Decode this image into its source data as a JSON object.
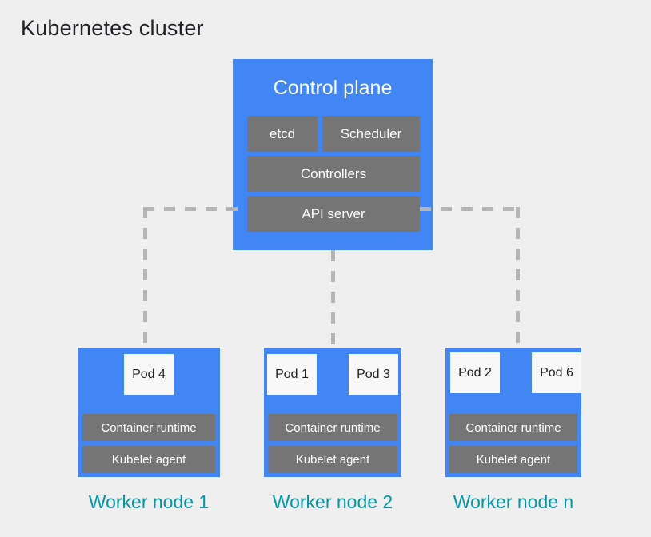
{
  "page": {
    "title": "Kubernetes cluster",
    "background_color": "#efefef"
  },
  "colors": {
    "node_blue": "#4285f4",
    "component_grey": "#757575",
    "caption_teal": "#0097a7",
    "pod_white": "#f8f8f8",
    "connector_grey": "#b5b5b5",
    "title_text": "#202124"
  },
  "control_plane": {
    "title": "Control plane",
    "components": [
      {
        "label": "etcd"
      },
      {
        "label": "Scheduler"
      },
      {
        "label": "Controllers"
      },
      {
        "label": "API server"
      }
    ]
  },
  "worker_nodes": [
    {
      "caption": "Worker node 1",
      "pods": [
        {
          "label": "Pod 4"
        }
      ],
      "components": [
        {
          "label": "Container runtime"
        },
        {
          "label": "Kubelet agent"
        }
      ]
    },
    {
      "caption": "Worker node 2",
      "pods": [
        {
          "label": "Pod 1"
        },
        {
          "label": "Pod 3"
        }
      ],
      "components": [
        {
          "label": "Container runtime"
        },
        {
          "label": "Kubelet agent"
        }
      ]
    },
    {
      "caption": "Worker node n",
      "pods": [
        {
          "label": "Pod 2"
        },
        {
          "label": "Pod 6"
        }
      ],
      "components": [
        {
          "label": "Container runtime"
        },
        {
          "label": "Kubelet agent"
        }
      ]
    }
  ],
  "connectors": [
    {
      "name": "api-server-to-worker-node-1",
      "style": "dashed"
    },
    {
      "name": "control-plane-to-worker-node-2",
      "style": "dashed"
    },
    {
      "name": "api-server-to-worker-node-n",
      "style": "dashed"
    }
  ]
}
